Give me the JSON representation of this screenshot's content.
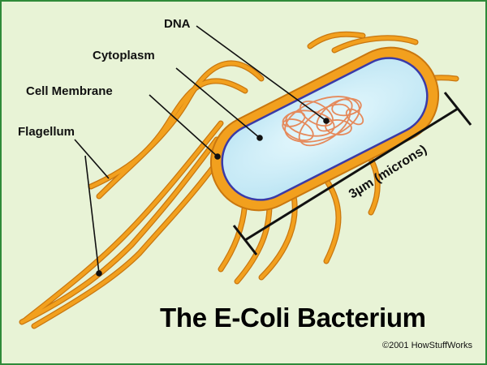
{
  "diagram": {
    "title": "The E-Coli Bacterium",
    "copyright": "©2001 HowStuffWorks",
    "labels": {
      "dna": "DNA",
      "cytoplasm": "Cytoplasm",
      "cell_membrane": "Cell Membrane",
      "flagellum": "Flagellum"
    },
    "scale_label": "3µm (microns)"
  },
  "colors": {
    "background": "#e8f3d6",
    "border": "#2f8a3a",
    "flagella": "#f2a01e",
    "flagella_edge": "#c9770f",
    "cytoplasm": "#cfeff8",
    "membrane": "#3a3aa8",
    "dna": "#e58a5c"
  }
}
